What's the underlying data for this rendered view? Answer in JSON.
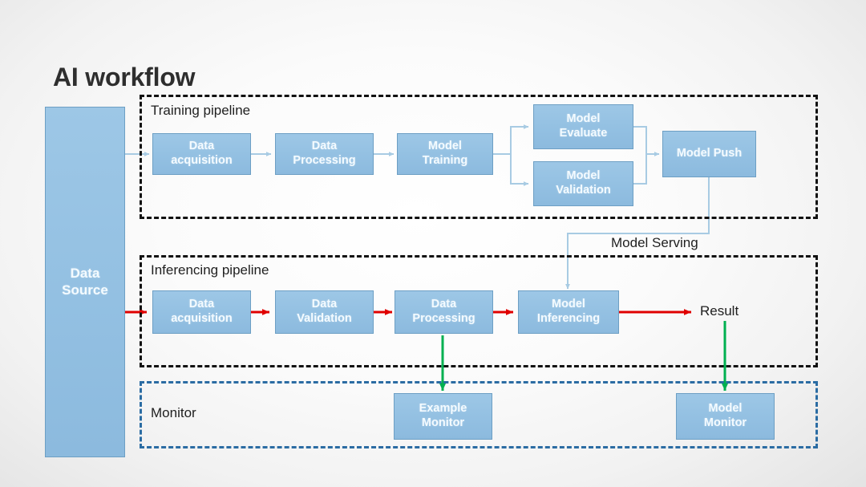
{
  "title": "AI workflow",
  "colors": {
    "node_fill": "#93c0e2",
    "node_border": "#6d9fc4",
    "node_text": "#f4fbff",
    "flow_blue": "#a8cbe3",
    "flow_red": "#e00000",
    "flow_green": "#00b050",
    "group_black": "#111111",
    "group_blue": "#2b6ca3",
    "background": "#f2f2f2"
  },
  "source": {
    "label": "Data\nSource"
  },
  "groups": {
    "training": {
      "title": "Training pipeline",
      "border_style": "dashed-black"
    },
    "inferencing": {
      "title": "Inferencing pipeline",
      "border_style": "dashed-black"
    },
    "monitor": {
      "title": "Monitor",
      "border_style": "dashed-blue"
    }
  },
  "training_nodes": [
    {
      "id": "train-data-acquisition",
      "label": "Data\nacquisition"
    },
    {
      "id": "train-data-processing",
      "label": "Data\nProcessing"
    },
    {
      "id": "train-model-training",
      "label": "Model\nTraining"
    },
    {
      "id": "train-model-evaluate",
      "label": "Model\nEvaluate"
    },
    {
      "id": "train-model-validation",
      "label": "Model\nValidation"
    },
    {
      "id": "train-model-push",
      "label": "Model Push"
    }
  ],
  "inferencing_nodes": [
    {
      "id": "infer-data-acquisition",
      "label": "Data\nacquisition"
    },
    {
      "id": "infer-data-validation",
      "label": "Data\nValidation"
    },
    {
      "id": "infer-data-processing",
      "label": "Data\nProcessing"
    },
    {
      "id": "infer-model-inferencing",
      "label": "Model\nInferencing"
    }
  ],
  "monitor_nodes": [
    {
      "id": "example-monitor",
      "label": "Example\nMonitor"
    },
    {
      "id": "model-monitor",
      "label": "Model\nMonitor"
    }
  ],
  "labels": {
    "model_serving": "Model Serving",
    "result": "Result"
  },
  "chart_data": {
    "type": "diagram",
    "title": "AI workflow",
    "nodes": [
      "Data Source",
      "Data acquisition (training)",
      "Data Processing (training)",
      "Model Training",
      "Model Evaluate",
      "Model Validation",
      "Model Push",
      "Data acquisition (inferencing)",
      "Data Validation",
      "Data Processing (inferencing)",
      "Model Inferencing",
      "Result",
      "Example Monitor",
      "Model Monitor"
    ],
    "edges": [
      {
        "from": "Data Source",
        "to": "Data acquisition (training)",
        "color": "#a8cbe3"
      },
      {
        "from": "Data acquisition (training)",
        "to": "Data Processing (training)",
        "color": "#a8cbe3"
      },
      {
        "from": "Data Processing (training)",
        "to": "Model Training",
        "color": "#a8cbe3"
      },
      {
        "from": "Model Training",
        "to": "Model Evaluate",
        "color": "#a8cbe3"
      },
      {
        "from": "Model Training",
        "to": "Model Validation",
        "color": "#a8cbe3"
      },
      {
        "from": "Model Evaluate",
        "to": "Model Push",
        "color": "#a8cbe3"
      },
      {
        "from": "Model Validation",
        "to": "Model Push",
        "color": "#a8cbe3"
      },
      {
        "from": "Model Push",
        "to": "Model Inferencing",
        "color": "#a8cbe3",
        "label": "Model Serving"
      },
      {
        "from": "Data Source",
        "to": "Data acquisition (inferencing)",
        "color": "#e00000"
      },
      {
        "from": "Data acquisition (inferencing)",
        "to": "Data Validation",
        "color": "#e00000"
      },
      {
        "from": "Data Validation",
        "to": "Data Processing (inferencing)",
        "color": "#e00000"
      },
      {
        "from": "Data Processing (inferencing)",
        "to": "Model Inferencing",
        "color": "#e00000"
      },
      {
        "from": "Model Inferencing",
        "to": "Result",
        "color": "#e00000"
      },
      {
        "from": "Data Processing (inferencing)",
        "to": "Example Monitor",
        "color": "#00b050"
      },
      {
        "from": "Result",
        "to": "Model Monitor",
        "color": "#00b050"
      }
    ]
  }
}
